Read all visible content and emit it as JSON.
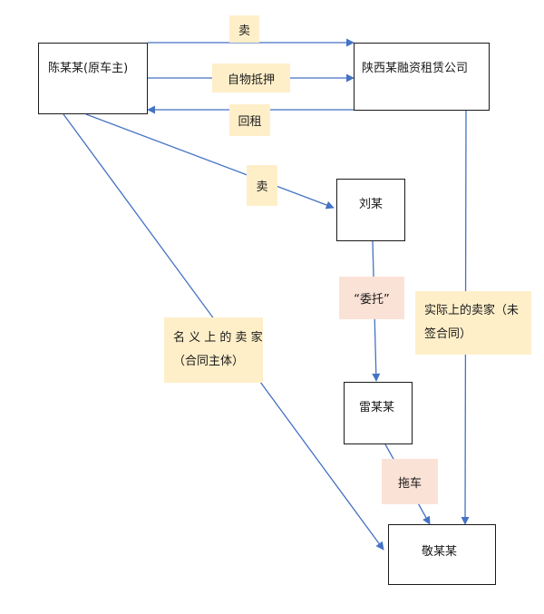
{
  "nodes": {
    "chen": "陈某某(原车主)",
    "shaanxi": "陕西某融资租赁公司",
    "liu": "刘某",
    "lei": "雷某某",
    "jing": "敬某某"
  },
  "edge_labels": {
    "sell_top": "卖",
    "self_mortgage": "自物抵押",
    "lease_back": "回租",
    "sell_mid": "卖",
    "entrust": "“委托”",
    "tow": "拖车",
    "nominal_seller_line1": "名 义 上 的 卖 家",
    "nominal_seller_line2": "（合同主体）",
    "actual_seller_line1": "实际上的卖家（未",
    "actual_seller_line2": "签合同）"
  },
  "colors": {
    "arrow": "#4472c4",
    "label_yellow": "#ffefc9",
    "label_pink": "#fbe2d6",
    "box_border": "#1a1a1a"
  }
}
